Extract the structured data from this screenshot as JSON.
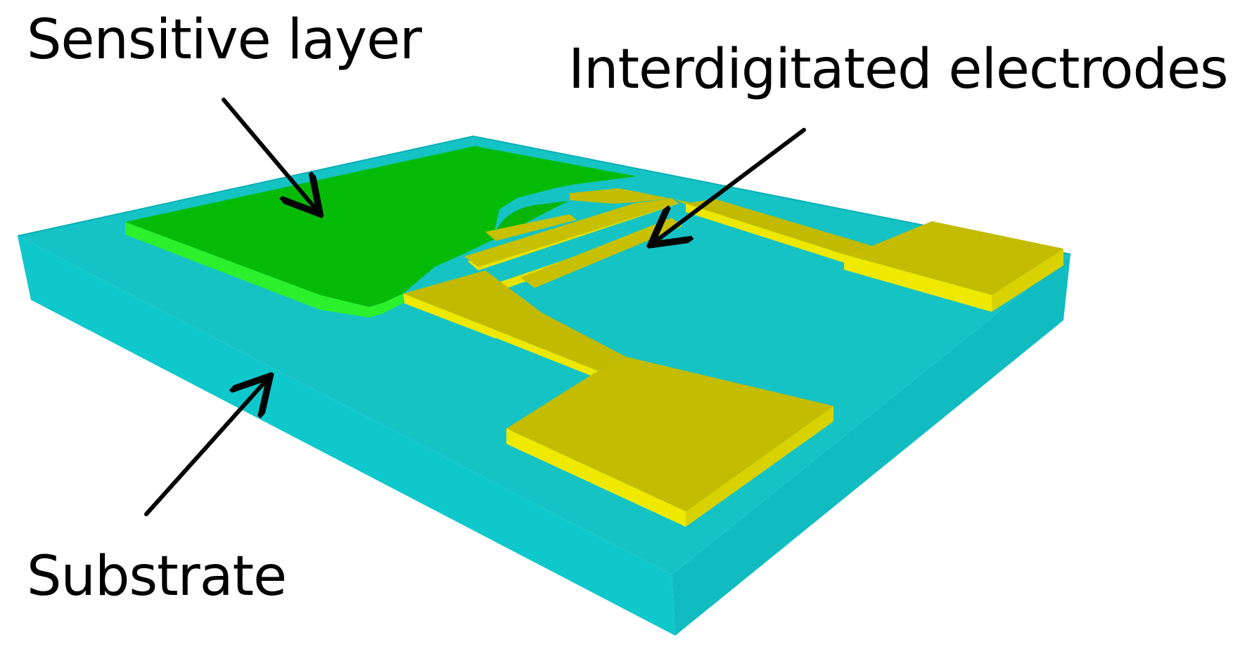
{
  "labels": {
    "sensitive_layer": "Sensitive layer",
    "interdigitated_electrodes": "Interdigitated electrodes",
    "substrate": "Substrate"
  },
  "components": [
    {
      "name": "substrate",
      "color": "#19C8CB"
    },
    {
      "name": "sensitive-layer",
      "color": "#06BB06"
    },
    {
      "name": "interdigitated-electrodes",
      "color": "#C2BA00"
    }
  ],
  "colors": {
    "substrate_top": "#13C4C6",
    "substrate_front": "#0FC9CD",
    "substrate_side": "#10B9BC",
    "sensitive_top": "#06BB06",
    "sensitive_edge": "#2CF22C",
    "electrode_top": "#C3BC00",
    "electrode_edge": "#F1EC00",
    "arrow": "#000000",
    "text": "#000000"
  }
}
